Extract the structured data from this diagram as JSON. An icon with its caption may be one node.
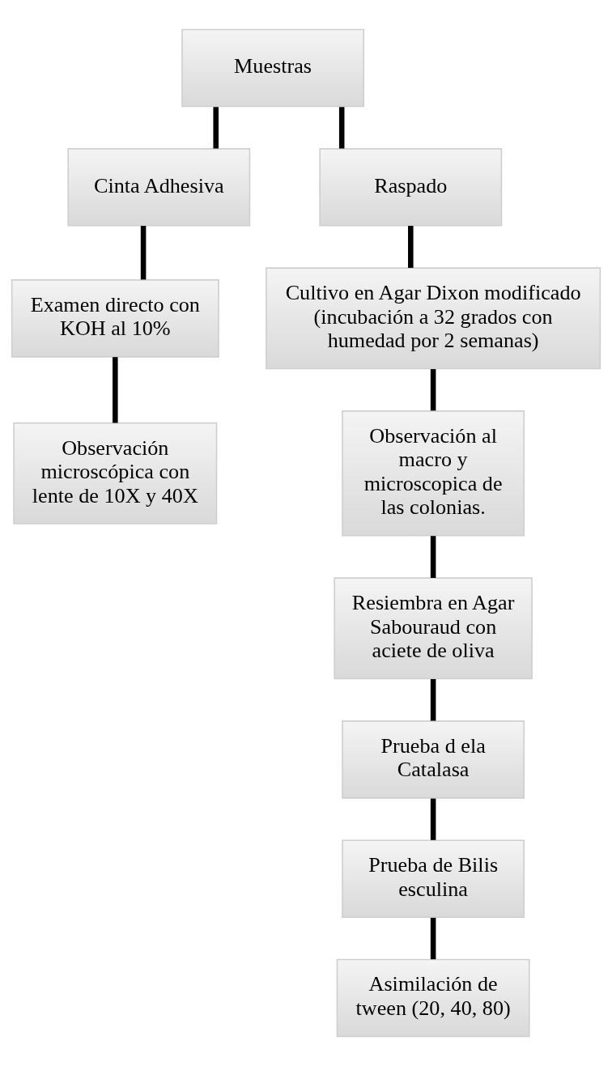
{
  "diagram": {
    "nodes": [
      {
        "text": [
          "Muestras"
        ]
      },
      {
        "text": [
          "Cinta Adhesiva"
        ]
      },
      {
        "text": [
          "Raspado"
        ]
      },
      {
        "text": [
          "Examen directo con KOH al 10%"
        ]
      },
      {
        "text": [
          "Observación microscópica con lente de 10X y 40X"
        ]
      },
      {
        "text": [
          "Cultivo en Agar Dixon modificado (incubación a 32 grados con humedad por 2 semanas)"
        ]
      },
      {
        "text": [
          "Observación al macro y microscopica de las colonias."
        ]
      },
      {
        "text": [
          "Resiembra en Agar Sabouraud con aciete de oliva"
        ]
      },
      {
        "text": [
          "Prueba d ela Catalasa"
        ]
      },
      {
        "text": [
          "Prueba de Bilis esculina"
        ]
      },
      {
        "text": [
          "Asimilación de tween (20, 40, 80)"
        ]
      }
    ],
    "edges": [
      {
        "from": 0,
        "to": 1,
        "arrow": "none"
      },
      {
        "from": 0,
        "to": 2,
        "arrow": "none"
      },
      {
        "from": 1,
        "to": 3,
        "arrow": "none"
      },
      {
        "from": 3,
        "to": 4,
        "arrow": "none"
      },
      {
        "from": 2,
        "to": 5,
        "arrow": "none"
      },
      {
        "from": 5,
        "to": 6,
        "arrow": "none"
      },
      {
        "from": 6,
        "to": 7,
        "arrow": "none"
      },
      {
        "from": 7,
        "to": 8,
        "arrow": "none"
      },
      {
        "from": 8,
        "to": 9,
        "arrow": "none"
      },
      {
        "from": 9,
        "to": 10,
        "arrow": "none"
      }
    ]
  }
}
